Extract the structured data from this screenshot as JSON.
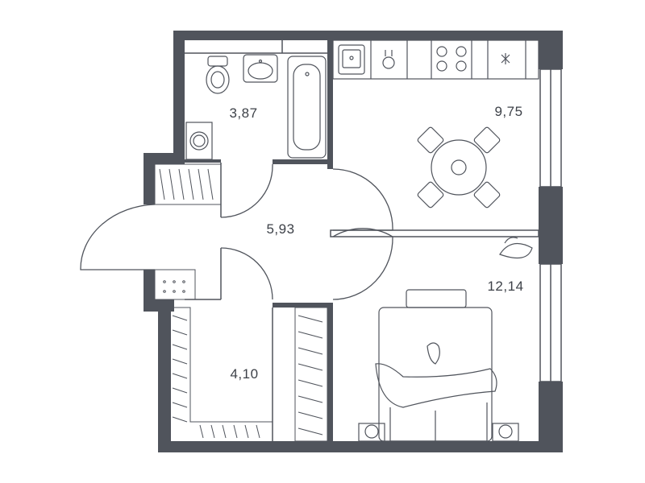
{
  "rooms": {
    "bathroom": {
      "area": "3,87"
    },
    "kitchen": {
      "area": "9,75"
    },
    "hall": {
      "area": "5,93"
    },
    "bedroom": {
      "area": "12,14"
    },
    "storage": {
      "area": "4,10"
    }
  },
  "colors": {
    "wall": "#50545c",
    "line": "#50545c",
    "text": "#3d4148"
  }
}
